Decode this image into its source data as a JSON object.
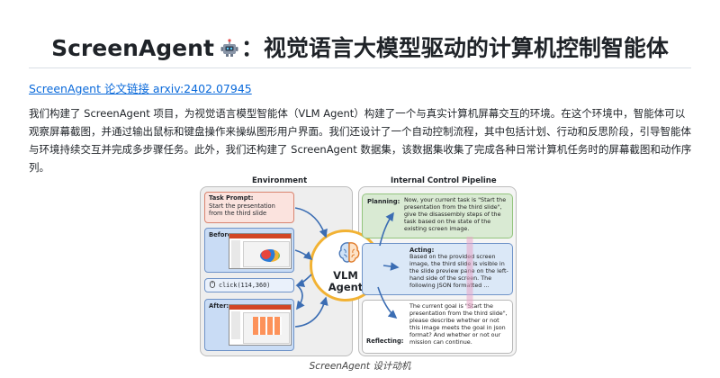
{
  "header": {
    "title_pre": "ScreenAgent",
    "title_post": "：视觉语言大模型驱动的计算机控制智能体",
    "robot_icon": "robot-icon"
  },
  "paper_link": {
    "text": "ScreenAgent 论文链接 arxiv:2402.07945"
  },
  "intro": "我们构建了 ScreenAgent 项目，为视觉语言模型智能体（VLM Agent）构建了一个与真实计算机屏幕交互的环境。在这个环境中，智能体可以观察屏幕截图，并通过输出鼠标和键盘操作来操纵图形用户界面。我们还设计了一个自动控制流程，其中包括计划、行动和反思阶段，引导智能体与环境持续交互并完成多步骤任务。此外，我们还构建了 ScreenAgent 数据集，该数据集收集了完成各种日常计算机任务时的屏幕截图和动作序列。",
  "figure": {
    "environment_title": "Environment",
    "pipeline_title": "Internal Control Pipeline",
    "task_label": "Task Prompt:",
    "task_text": "Start the presentation from the third slide",
    "before_label": "Before:",
    "after_label": "After:",
    "action_text": "click(114,360)",
    "agent_name_line1": "VLM",
    "agent_name_line2": "Agent",
    "planning_label": "Planning:",
    "planning_text": "Now, your current task is \"Start the presentation from the third slide\", give the disassembly steps of the task based on the state of the existing screen image.",
    "acting_label": "Acting:",
    "acting_text": "Based on the provided screen image, the third slide is visible in the slide preview pane on the left-hand side of the screen. The following JSON formatted ...",
    "reflecting_label": "Reflecting:",
    "reflecting_text": "The current goal is \"Start the presentation from the third slide\", please describe whether or not this image meets the goal in json format? And whether or not our mission can continue."
  },
  "caption": "ScreenAgent 设计动机",
  "colors": {
    "link": "#0969da",
    "task_fill": "#fbe3de",
    "screen_fill": "#c9dcf5",
    "planning_fill": "#d9ead3",
    "acting_fill": "#dbe8f7",
    "agent_ring": "#f2b233"
  }
}
